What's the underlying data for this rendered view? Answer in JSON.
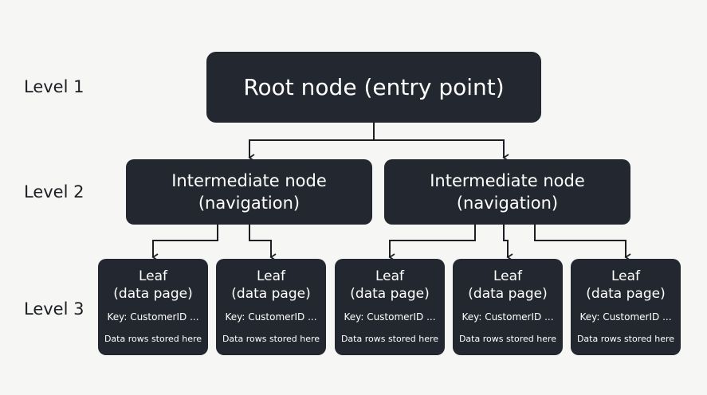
{
  "levels": [
    "Level 1",
    "Level 2",
    "Level 3"
  ],
  "root": {
    "label": "Root node (entry point)"
  },
  "intermediate": [
    {
      "line1": "Intermediate node",
      "line2": "(navigation)"
    },
    {
      "line1": "Intermediate node",
      "line2": "(navigation)"
    }
  ],
  "leaves": [
    {
      "line1": "Leaf",
      "line2": "(data page)",
      "key": "Key: CustomerID ...",
      "rows": "Data rows stored here"
    },
    {
      "line1": "Leaf",
      "line2": "(data page)",
      "key": "Key: CustomerID ...",
      "rows": "Data rows stored here"
    },
    {
      "line1": "Leaf",
      "line2": "(data page)",
      "key": "Key: CustomerID ...",
      "rows": "Data rows stored here"
    },
    {
      "line1": "Leaf",
      "line2": "(data page)",
      "key": "Key: CustomerID ...",
      "rows": "Data rows stored here"
    },
    {
      "line1": "Leaf",
      "line2": "(data page)",
      "key": "Key: CustomerID ...",
      "rows": "Data rows stored here"
    }
  ],
  "colors": {
    "background": "#f6f6f4",
    "node_fill": "#232830",
    "node_text": "#ffffff",
    "connector": "#1c1f24"
  }
}
